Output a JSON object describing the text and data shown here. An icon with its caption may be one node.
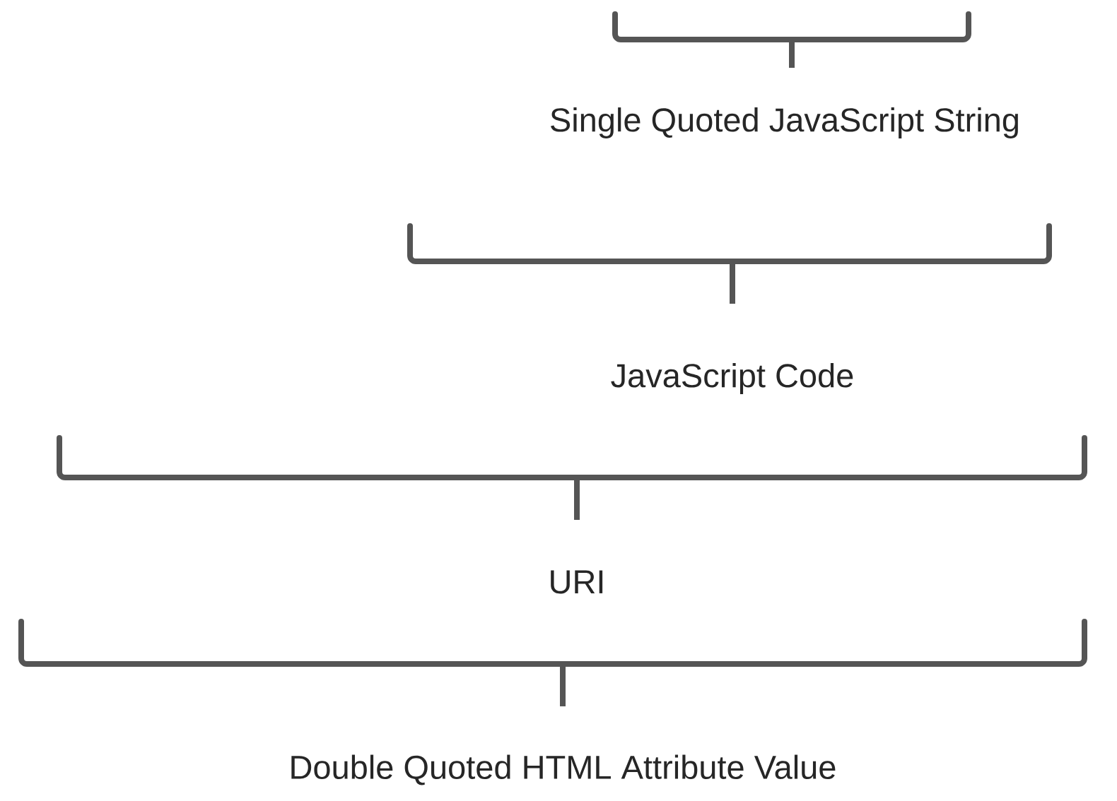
{
  "diagram": {
    "labels": [
      "Single Quoted JavaScript String",
      "JavaScript Code",
      "URI",
      "Double Quoted HTML Attribute Value"
    ]
  }
}
